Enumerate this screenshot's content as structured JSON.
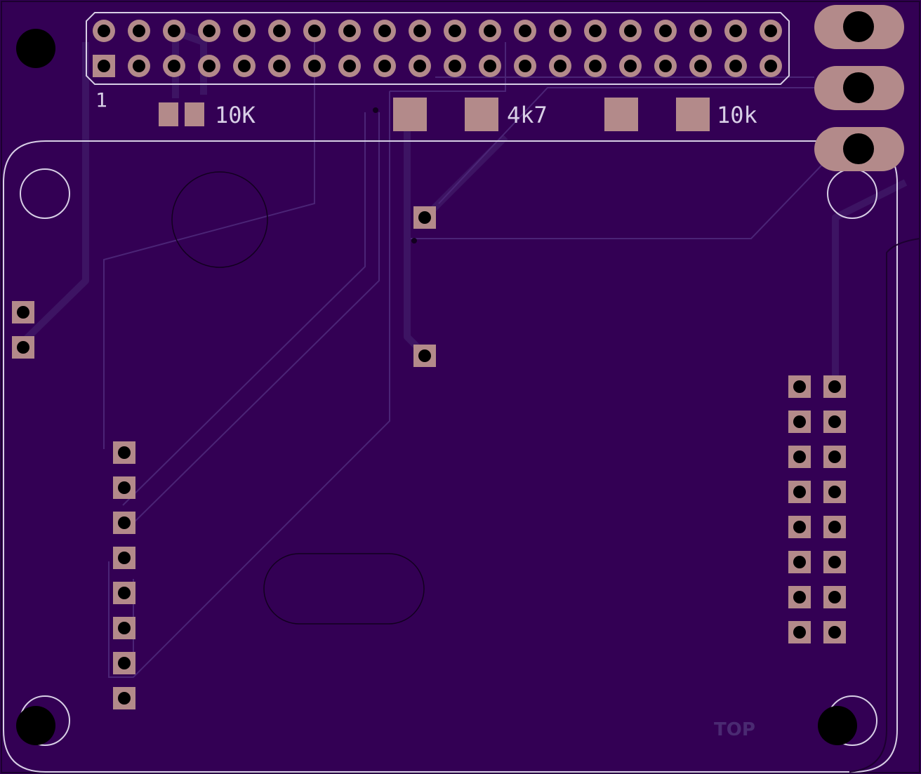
{
  "board": {
    "silkscreen_labels": {
      "pin1": "1",
      "r1": "10K",
      "r2": "4k7",
      "r3": "10k"
    },
    "layer_label": "TOP",
    "colors": {
      "board": "#330054",
      "pad": "#b38a8a",
      "drill": "#000000",
      "silkscreen": "#d8cfe6",
      "trace": "#3d1463",
      "layer_text": "#4a2a72"
    }
  }
}
